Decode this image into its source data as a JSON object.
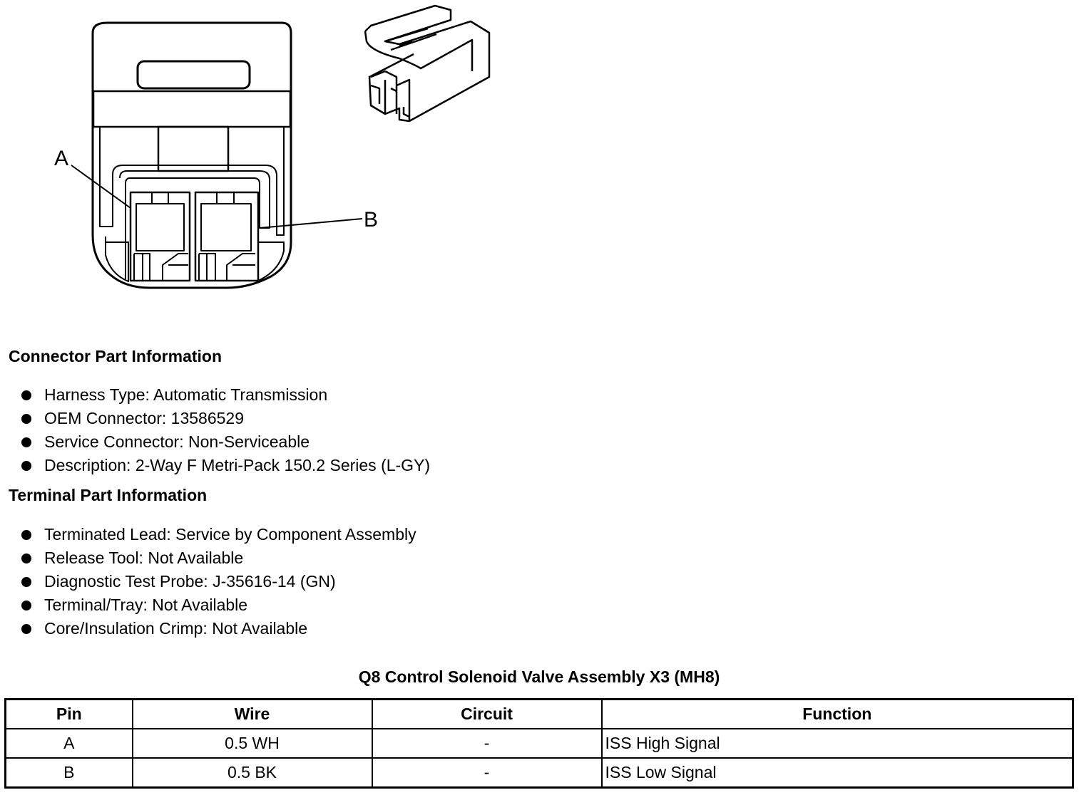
{
  "diagram": {
    "callouts": [
      "A",
      "B"
    ]
  },
  "connector_info": {
    "heading": "Connector Part Information",
    "items": [
      "Harness Type: Automatic Transmission",
      "OEM Connector: 13586529",
      "Service Connector: Non-Serviceable",
      "Description: 2-Way F Metri-Pack 150.2 Series (L-GY)"
    ]
  },
  "terminal_info": {
    "heading": "Terminal Part Information",
    "items": [
      "Terminated Lead: Service by Component Assembly",
      "Release Tool: Not Available",
      "Diagnostic Test Probe: J-35616-14 (GN)",
      "Terminal/Tray: Not Available",
      "Core/Insulation Crimp: Not Available"
    ]
  },
  "table": {
    "title": "Q8 Control Solenoid Valve Assembly X3 (MH8)",
    "headers": [
      "Pin",
      "Wire",
      "Circuit",
      "Function"
    ],
    "rows": [
      [
        "A",
        "0.5 WH",
        "-",
        "ISS High Signal"
      ],
      [
        "B",
        "0.5 BK",
        "-",
        "ISS Low Signal"
      ]
    ]
  }
}
